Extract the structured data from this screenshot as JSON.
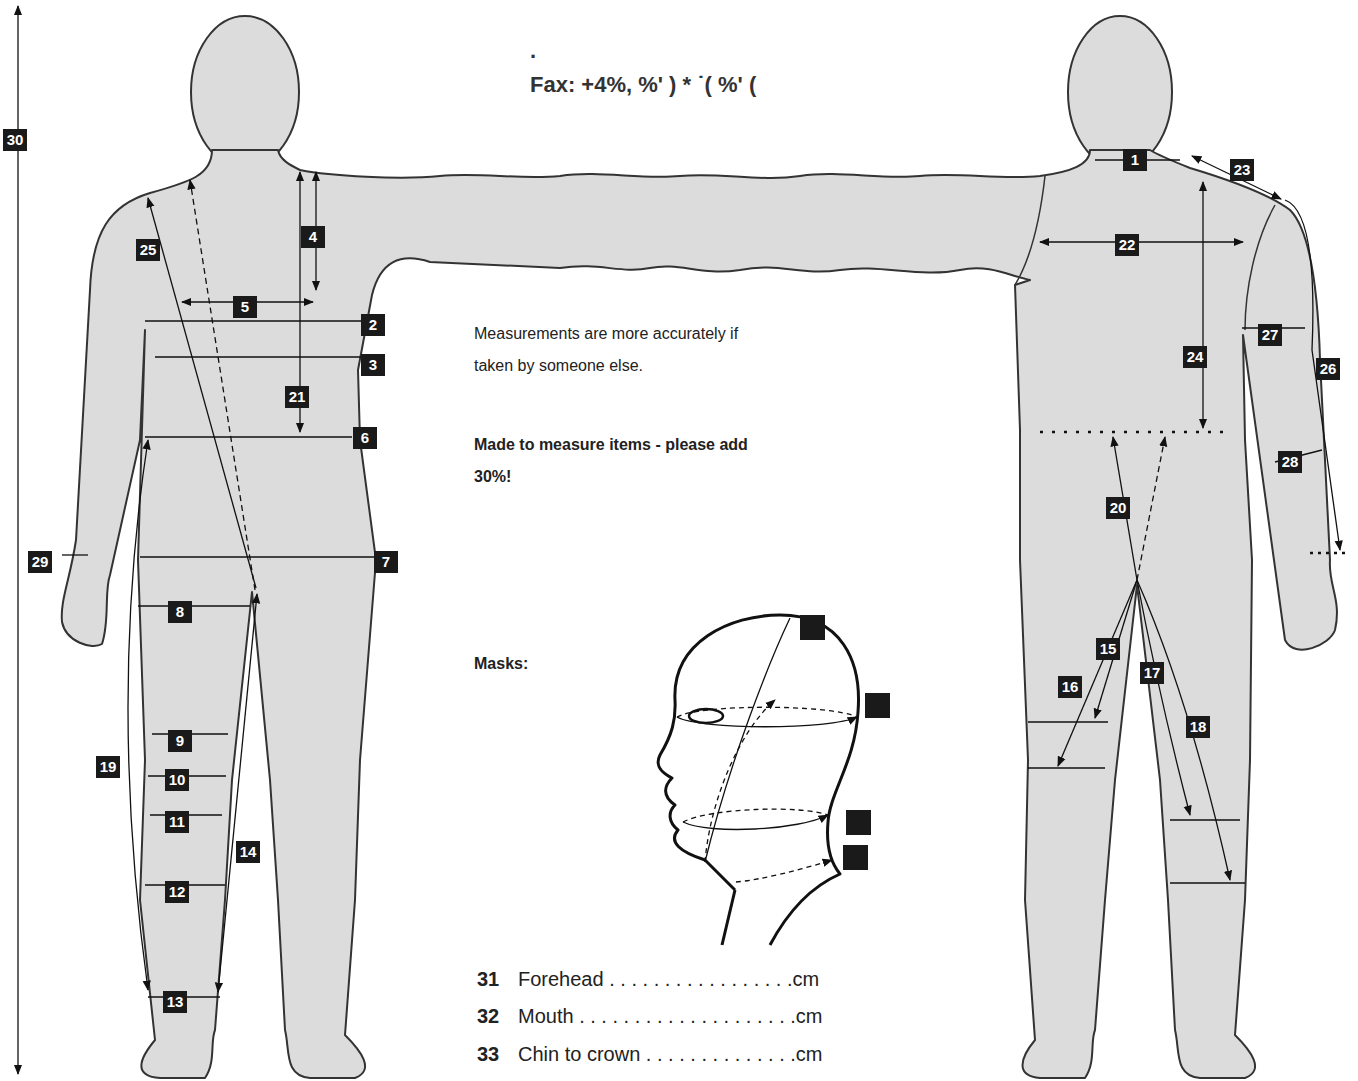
{
  "diagram": {
    "labels": [
      ".",
      "Fax: +4%, %' ) * ˙( %' (",
      "Measurements are more accurately if taken by someone else.",
      "Made to measure items - please add 30%!",
      "Masks:",
      "31",
      "Forehead . . . . . . . . . . . . . . . . .cm",
      "32",
      "Mouth . . . . . . . . . . . . . . . . . . . .cm",
      "33",
      "Chin to crown . . . . . . . . . . . . . .cm",
      "1",
      "2",
      "3",
      "4",
      "5",
      "6",
      "7",
      "8",
      "9",
      "10",
      "11",
      "12",
      "13",
      "14",
      "15",
      "16",
      "17",
      "18",
      "19",
      "20",
      "21",
      "22",
      "23",
      "24",
      "25",
      "26",
      "27",
      "28",
      "29",
      "30"
    ]
  }
}
